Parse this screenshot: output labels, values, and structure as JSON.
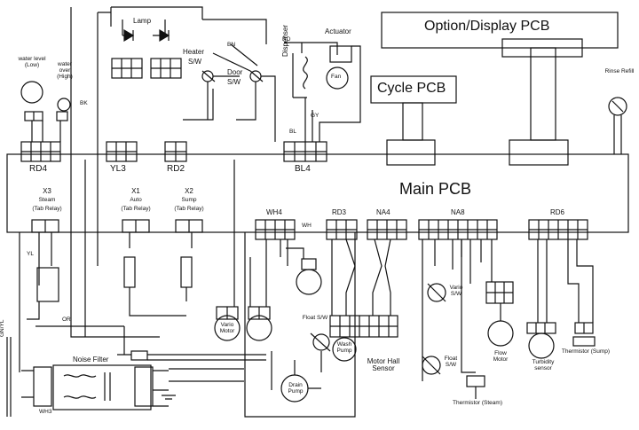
{
  "boards": {
    "option_display": "Option/Display PCB",
    "cycle": "Cycle PCB",
    "main": "Main PCB"
  },
  "connectors": {
    "rd4": "RD4",
    "yl3": "YL3",
    "rd2": "RD2",
    "bl4": "BL4",
    "wh4": "WH4",
    "rd3": "RD3",
    "na4": "NA4",
    "na8": "NA8",
    "rd6": "RD6",
    "wh3": "WH3"
  },
  "relays": {
    "x3": {
      "name": "X3",
      "desc": "Steam",
      "sub": "(Tab Relay)"
    },
    "x1": {
      "name": "X1",
      "desc": "Auto",
      "sub": "(Tab Relay)"
    },
    "x2": {
      "name": "X2",
      "desc": "Sump",
      "sub": "(Tab Relay)"
    }
  },
  "components": {
    "lamp": "Lamp",
    "heater": "Heater",
    "heater_sw": "S/W",
    "door": "Door",
    "door_sw": "S/W",
    "dispenser": "Dispenser",
    "actuator": "Actuator",
    "fan": "Fan",
    "water_level": "water level (Low)",
    "water_over": "water over (High)",
    "rinse_refill": "Rinse Refill",
    "noise_filter": "Noise Filter",
    "vario_motor": "Vario Motor",
    "float_sw": "Float S/W",
    "drain_pump": "Drain Pump",
    "wash_pump": "Wash Pump",
    "motor_hall": "Motor Hall Sensor",
    "vario_sw": "Vario S/W",
    "float_sw_steam": "Float S/W",
    "flow_motor": "Flow Motor",
    "turbidity": "Turbidity sensor",
    "thermistor_sump": "Thermistor (Sump)",
    "thermistor_steam": "Thermistor (Steam)",
    "gn_yl": "GN/YL"
  },
  "wire_colors": {
    "bk": "BK",
    "rd": "RD",
    "yl": "YL",
    "wh": "WH",
    "bn": "BN",
    "gy": "GY",
    "bl": "BL",
    "or": "OR"
  },
  "colors": {
    "ink": "#111111",
    "paper": "#ffffff"
  }
}
